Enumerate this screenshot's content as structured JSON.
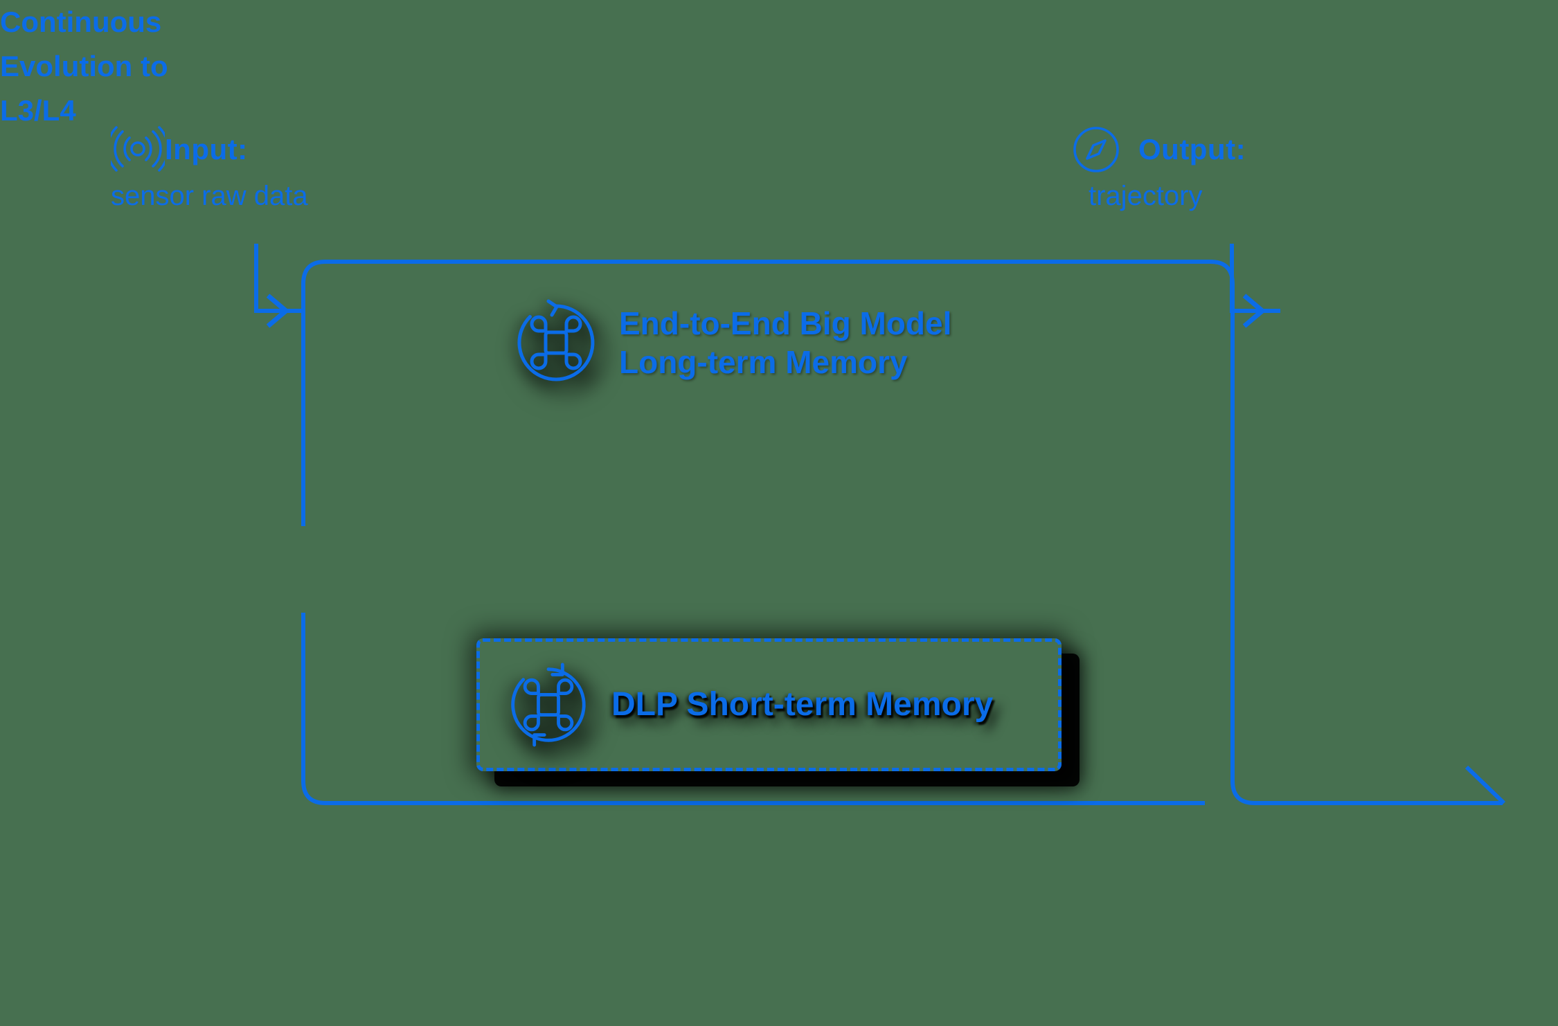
{
  "theme": {
    "background_color": "#477050",
    "accent_color": "#0b6ce8",
    "shadow_color": "#000000"
  },
  "input": {
    "icon": "sensor-signal-icon",
    "title": "Input:",
    "caption": "sensor raw data"
  },
  "output": {
    "icon": "compass-icon",
    "title": "Output:",
    "caption": "trajectory"
  },
  "model": {
    "icon": "command-refresh-icon",
    "line1": "End-to-End Big Model",
    "line2": "Long-term Memory"
  },
  "dlp": {
    "icon": "command-refresh-icon",
    "label": "DLP Short-term Memory"
  },
  "evolution": {
    "line1": "Continuous",
    "line2": "Evolution to",
    "line3": "L3/L4"
  }
}
